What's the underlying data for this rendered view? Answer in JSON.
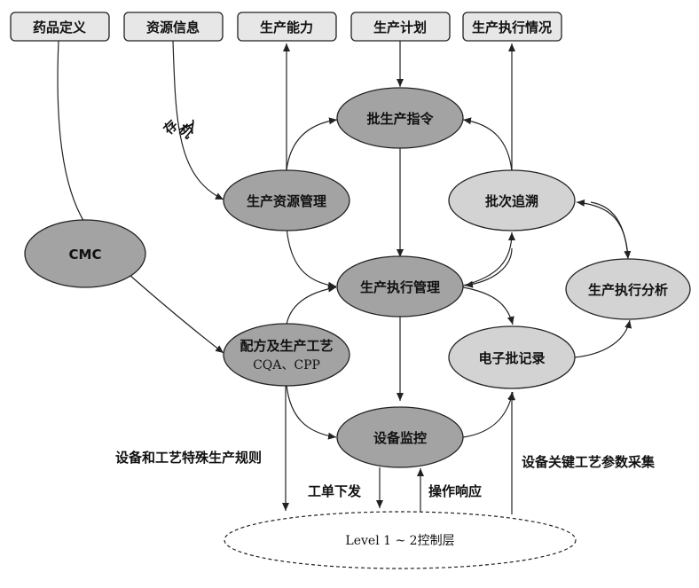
{
  "colors": {
    "box_fill": "#e7e7e7",
    "node_dark": "#a3a3a3",
    "node_light": "#d3d3d3",
    "stroke": "#222222"
  },
  "boxes": {
    "drug_def": "药品定义",
    "resource_info": "资源信息",
    "capacity": "生产能力",
    "plan": "生产计划",
    "exec_status": "生产执行情况"
  },
  "nodes": {
    "cmc": "CMC",
    "batch_instruction": "批生产指令",
    "resource_mgmt": "生产资源管理",
    "batch_trace": "批次追溯",
    "exec_mgmt": "生产执行管理",
    "exec_analysis": "生产执行分析",
    "recipe_line1": "配方及生产工艺",
    "recipe_line2": "CQA、CPP",
    "ebr": "电子批记录",
    "equip_monitor": "设备监控",
    "level": "Level 1 ~ 2控制层"
  },
  "labels": {
    "entry": "入",
    "machine": "机",
    "keep": "存",
    "rules": "设备和工艺特殊生产规则",
    "work_order": "工单下发",
    "op_response": "操作响应",
    "param_collect": "设备关键工艺参数采集"
  }
}
